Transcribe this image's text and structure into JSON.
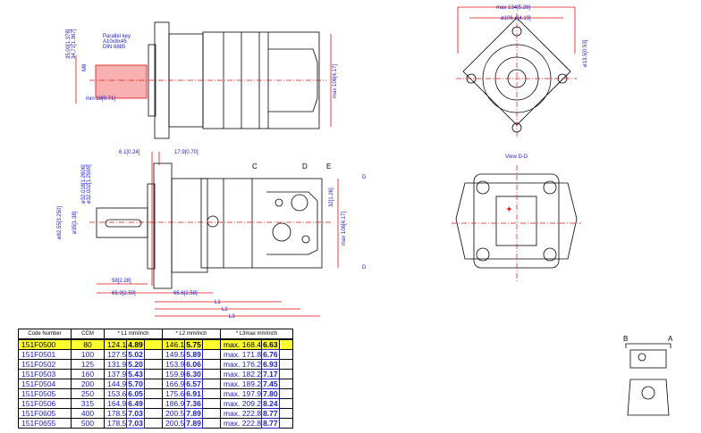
{
  "top_view": {
    "key_note": [
      "Parallel key",
      "A10x8x45",
      "DIN 6885"
    ],
    "dim_shaft_h": "35,00[1.378]",
    "dim_shaft_h2": "34,71[1.367]",
    "dim_thread": "M8",
    "dim_min": "min 18[0.71]",
    "dim_max_h": "max 106[4.17]"
  },
  "side_view": {
    "dim_a": "6.1[0.24]",
    "dim_b": "17.9[0.70]",
    "dim_c": "58[2.28]",
    "dim_d": "65.9[2.59]",
    "dim_e": "65.6[2.58]",
    "dim_f": "ø82.55[3.250]",
    "dim_g": "ø32.018[1.2606]",
    "dim_h": "ø32.002[1.2599]",
    "dim_i": "ø35[1.38]",
    "dim_j": "32[1.26]",
    "dim_k": "max 106[4.17]",
    "port_c": "C",
    "port_d": "D",
    "port_e": "E",
    "section_d": "D",
    "l1": "L1",
    "l2": "L2",
    "l3": "L3"
  },
  "front_view": {
    "dim_max": "max 134[5.28]",
    "dim_circle": "ø106.4[4.19]",
    "dim_hole": "ø13.5[0.53]"
  },
  "rear_view": {
    "title": "View D-D"
  },
  "schematic": {
    "port_a": "A",
    "port_b": "B"
  },
  "table": {
    "headers": [
      "Code Number",
      "CCM",
      "* L1 mm/inch",
      "* L2 mm/inch",
      "* L3max mm/inch"
    ],
    "rows": [
      {
        "code": "151F0500",
        "ccm": "80",
        "l1": "124.1",
        "l1in": "4.89",
        "l2": "146.1",
        "l2in": "5.75",
        "l3": "max. 168.4",
        "l3in": "6.63"
      },
      {
        "code": "151F0501",
        "ccm": "100",
        "l1": "127.5",
        "l1in": "5.02",
        "l2": "149.5",
        "l2in": "5.89",
        "l3": "max. 171.8",
        "l3in": "6.76"
      },
      {
        "code": "151F0502",
        "ccm": "125",
        "l1": "131.9",
        "l1in": "5.20",
        "l2": "153.9",
        "l2in": "6.06",
        "l3": "max. 176.2",
        "l3in": "6.93"
      },
      {
        "code": "151F0503",
        "ccm": "160",
        "l1": "137.9",
        "l1in": "5.43",
        "l2": "159.9",
        "l2in": "6.30",
        "l3": "max. 182.2",
        "l3in": "7.17"
      },
      {
        "code": "151F0504",
        "ccm": "200",
        "l1": "144.9",
        "l1in": "5.70",
        "l2": "166.9",
        "l2in": "6.57",
        "l3": "max. 189.2",
        "l3in": "7.45"
      },
      {
        "code": "151F0505",
        "ccm": "250",
        "l1": "153.6",
        "l1in": "6.05",
        "l2": "175.6",
        "l2in": "6.91",
        "l3": "max. 197.9",
        "l3in": "7.80"
      },
      {
        "code": "151F0506",
        "ccm": "315",
        "l1": "164.9",
        "l1in": "6.49",
        "l2": "186.9",
        "l2in": "7.36",
        "l3": "max. 209.2",
        "l3in": "8.24"
      },
      {
        "code": "151F0605",
        "ccm": "400",
        "l1": "178.5",
        "l1in": "7.03",
        "l2": "200.5",
        "l2in": "7.89",
        "l3": "max. 222.8",
        "l3in": "8.77"
      },
      {
        "code": "151F0655",
        "ccm": "500",
        "l1": "178.5",
        "l1in": "7.03",
        "l2": "200.5",
        "l2in": "7.89",
        "l3": "max. 222.8",
        "l3in": "8.77"
      }
    ]
  }
}
